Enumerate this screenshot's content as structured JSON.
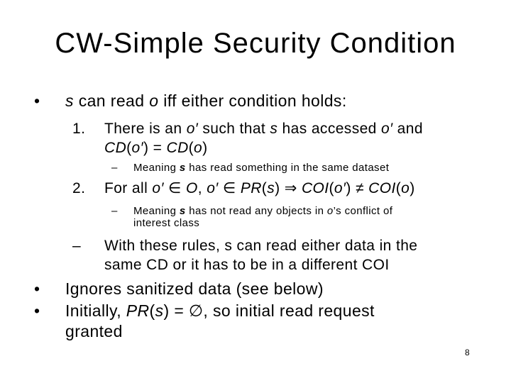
{
  "slide": {
    "title": "CW-Simple Security Condition",
    "page_number": "8",
    "colors": {
      "background": "#ffffff",
      "text": "#000000"
    },
    "bullets": [
      {
        "level": 1,
        "size": "large",
        "marker": "•",
        "segments": [
          {
            "t": "s",
            "i": true
          },
          {
            "t": " can read "
          },
          {
            "t": "o",
            "i": true
          },
          {
            "t": " iff either condition holds:"
          }
        ]
      },
      {
        "level": 2,
        "size": "medium",
        "marker": "1.",
        "segments": [
          {
            "t": "There is an "
          },
          {
            "t": "o′",
            "i": true
          },
          {
            "t": " such that "
          },
          {
            "t": "s",
            "i": true
          },
          {
            "t": " has accessed "
          },
          {
            "t": "o′",
            "i": true
          },
          {
            "t": " and"
          },
          {
            "br": true
          },
          {
            "t": "CD",
            "i": true
          },
          {
            "t": "("
          },
          {
            "t": "o′",
            "i": true
          },
          {
            "t": ") = "
          },
          {
            "t": "CD",
            "i": true
          },
          {
            "t": "("
          },
          {
            "t": "o",
            "i": true
          },
          {
            "t": ")"
          }
        ]
      },
      {
        "level": 3,
        "size": "small",
        "marker": "–",
        "segments": [
          {
            "t": "Meaning "
          },
          {
            "t": "s",
            "i": true,
            "b": true
          },
          {
            "t": " has read something in the same dataset"
          }
        ]
      },
      {
        "level": 2,
        "size": "medium",
        "marker": "2.",
        "segments": [
          {
            "t": "For all "
          },
          {
            "t": "o′",
            "i": true
          },
          {
            "t": " ∈ "
          },
          {
            "t": "O",
            "i": true
          },
          {
            "t": ", "
          },
          {
            "t": "o′",
            "i": true
          },
          {
            "t": " ∈ "
          },
          {
            "t": "PR",
            "i": true
          },
          {
            "t": "("
          },
          {
            "t": "s",
            "i": true
          },
          {
            "t": ") ⇒ "
          },
          {
            "t": "COI",
            "i": true
          },
          {
            "t": "("
          },
          {
            "t": "o′",
            "i": true
          },
          {
            "t": ") ≠ "
          },
          {
            "t": "COI",
            "i": true
          },
          {
            "t": "("
          },
          {
            "t": "o",
            "i": true
          },
          {
            "t": ")"
          }
        ]
      },
      {
        "level": 3,
        "size": "small",
        "marker": "–",
        "segments": [
          {
            "t": "Meaning "
          },
          {
            "t": "s",
            "i": true,
            "b": true
          },
          {
            "t": " has not read any objects in "
          },
          {
            "t": "o",
            "i": true
          },
          {
            "t": "’s conflict of"
          },
          {
            "br": true
          },
          {
            "t": "interest class"
          }
        ]
      },
      {
        "level": 2,
        "size": "medium",
        "marker": "–",
        "segments": [
          {
            "t": "With these rules, s can read either data in the"
          },
          {
            "br": true
          },
          {
            "t": "same CD or it has to be in a different COI"
          }
        ]
      },
      {
        "level": 1,
        "size": "large",
        "marker": "•",
        "segments": [
          {
            "t": "Ignores sanitized data (see below)"
          }
        ]
      },
      {
        "level": 1,
        "size": "large",
        "marker": "•",
        "segments": [
          {
            "t": "Initially, "
          },
          {
            "t": "PR",
            "i": true
          },
          {
            "t": "("
          },
          {
            "t": "s",
            "i": true
          },
          {
            "t": ") = ∅, so initial read request"
          },
          {
            "br": true
          },
          {
            "t": "granted"
          }
        ]
      }
    ]
  }
}
